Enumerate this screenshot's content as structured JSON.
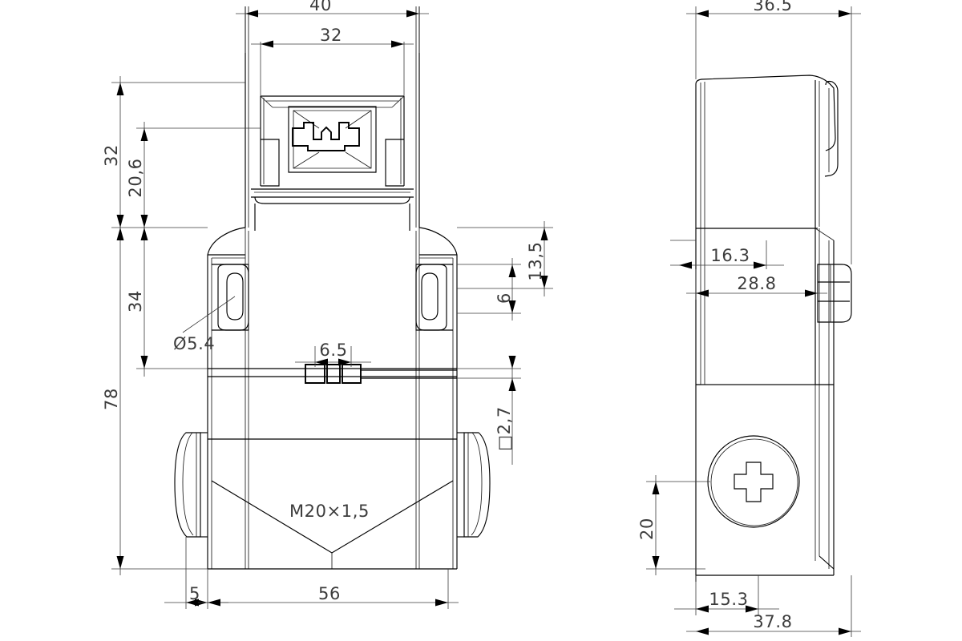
{
  "drawing": {
    "title": "Technical dimension drawing - two orthographic views",
    "units": "mm",
    "views": [
      {
        "name": "front-view",
        "label": ""
      },
      {
        "name": "side-view",
        "label": ""
      }
    ]
  },
  "front_view": {
    "dimensions": {
      "top_overall_width": "40",
      "top_inner_width": "32",
      "left_height_total": "32",
      "left_height_inner": "20,6",
      "left_height_mid": "34",
      "left_height_overall": "78",
      "hole_diameter": "Ø5.4",
      "contact_width": "6.5",
      "right_height_upper": "13,5",
      "right_height_small": "6",
      "right_square_note": "□2,7",
      "thread_note": "M20×1,5",
      "bottom_offset": "5",
      "bottom_width": "56"
    }
  },
  "side_view": {
    "dimensions": {
      "top_depth": "36.5",
      "depth_a": "16.3",
      "depth_b": "28.8",
      "screw_height": "20",
      "bottom_offset": "15.3",
      "bottom_depth": "37.8"
    }
  },
  "labels": {
    "d40": "40",
    "d32": "32",
    "d32v": "32",
    "d206": "20,6",
    "d34": "34",
    "d78": "78",
    "d54": "Ø5.4",
    "d65": "6.5",
    "d135": "13,5",
    "d6": "6",
    "d27": "□2,7",
    "dm20": "M20×1,5",
    "d5": "5",
    "d56": "56",
    "d365": "36.5",
    "d163": "16.3",
    "d288": "28.8",
    "d20": "20",
    "d153": "15.3",
    "d378": "37.8"
  },
  "colors": {
    "line": "#000000",
    "dimension": "#3a3a3a",
    "text": "#3c3c3c",
    "background": "#ffffff"
  }
}
